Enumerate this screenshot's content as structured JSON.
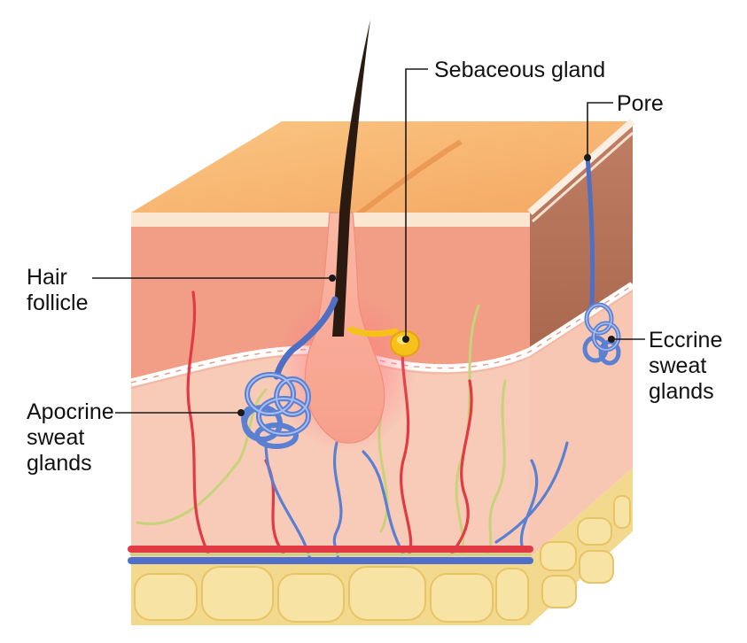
{
  "labels": {
    "sebaceous_gland": "Sebaceous gland",
    "pore": "Pore",
    "hair_follicle": [
      "Hair",
      "follicle"
    ],
    "apocrine": [
      "Apocrine",
      "sweat",
      "glands"
    ],
    "eccrine": [
      "Eccrine",
      "sweat",
      "glands"
    ]
  },
  "colors": {
    "surface_top": "#f8b773",
    "epidermis": "#f29d86",
    "dermis": "#f8cbb8",
    "side_face": "#b9775f",
    "fat": "#f6e3a3",
    "artery": "#e23a44",
    "vein": "#4f6fc9",
    "nerve": "#c8d278",
    "gland_blue": "#5b7fd3",
    "sebum": "#f6c21a",
    "hair": "#2b1a10"
  }
}
